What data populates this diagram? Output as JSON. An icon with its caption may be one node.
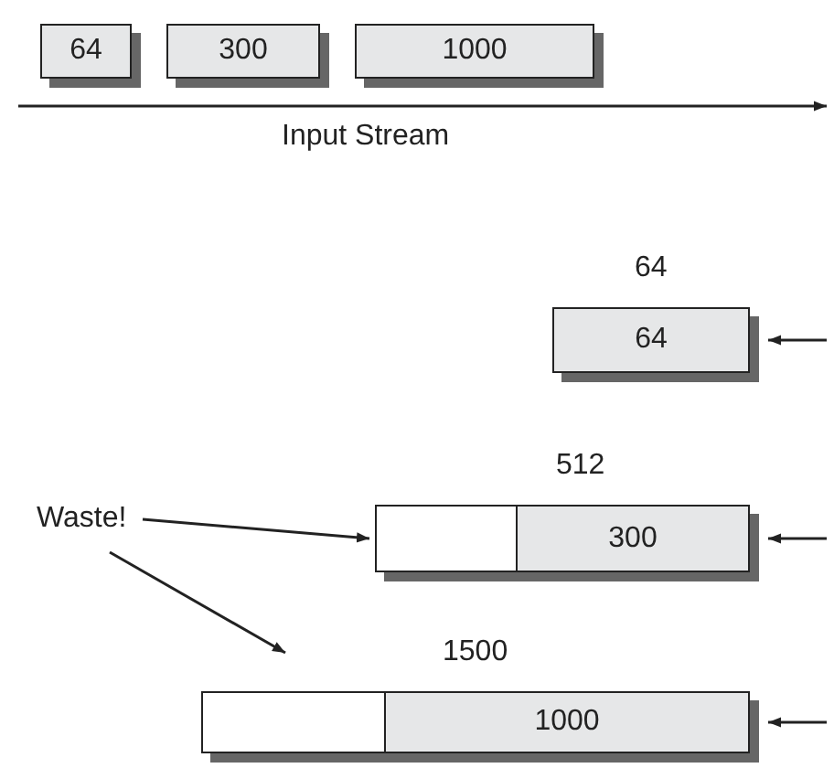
{
  "diagram": {
    "nodes": [
      {
        "text": [
          "64"
        ]
      },
      {
        "text": [
          "300"
        ]
      },
      {
        "text": [
          "1000"
        ]
      },
      {
        "text": [
          "64"
        ],
        "beside": [
          "64"
        ]
      },
      {
        "text": [],
        "shape": "box",
        "beside": [
          "512"
        ]
      },
      {
        "text": [],
        "shape": "box",
        "in": 4
      },
      {
        "text": [
          "300"
        ],
        "in": 4
      },
      {
        "text": [],
        "shape": "box",
        "beside": [
          "1500"
        ]
      },
      {
        "text": [],
        "shape": "box",
        "in": 7
      },
      {
        "text": [
          "1000"
        ],
        "in": 7
      },
      {
        "text": [
          "Waste!"
        ]
      }
    ],
    "edges": [
      {
        "from": null,
        "to": 3,
        "arrow": "to"
      },
      {
        "from": 10,
        "to": 5,
        "arrow": "to"
      },
      {
        "from": null,
        "to": 4,
        "arrow": "to"
      },
      {
        "from": 10,
        "to": 8,
        "arrow": "to"
      },
      {
        "from": null,
        "to": 7,
        "arrow": "to"
      }
    ],
    "labels": [
      "Input Stream"
    ]
  }
}
